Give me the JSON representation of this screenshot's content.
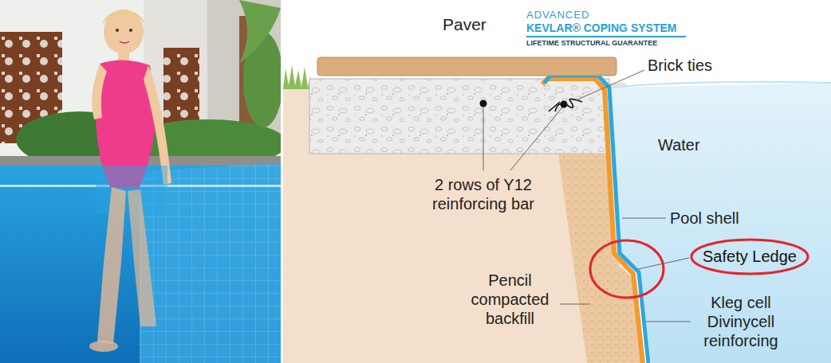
{
  "diagram": {
    "nodes": [
      {
        "text": [
          "Safety Ledge"
        ]
      }
    ],
    "labels": [
      "Paver",
      "ADVANCED",
      "KEVLAR® COPING SYSTEM",
      "LIFETIME STRUCTURAL GUARANTEE",
      "Brick ties",
      "Water",
      "2 rows of Y12 reinforcing bar",
      "Pool shell",
      "Pencil compacted backfill",
      "Kleg cell Divinycell reinforcing"
    ]
  }
}
